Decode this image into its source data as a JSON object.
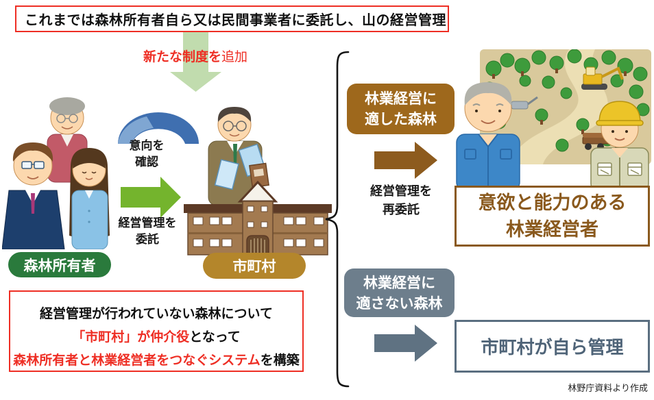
{
  "banner": {
    "text": "これまでは森林所有者自ら又は民間事業者に委託し、山の経営管理"
  },
  "new_system": {
    "bold": "新たな制度を",
    "rest": "追加"
  },
  "owners": {
    "label": "森林所有者"
  },
  "municipality": {
    "label": "市町村"
  },
  "flows": {
    "intent": {
      "line1": "意向を",
      "line2": "確認"
    },
    "entrust": {
      "line1": "経営管理を",
      "line2": "委託"
    },
    "re_entrust": {
      "line1": "経営管理を",
      "line2": "再委託"
    }
  },
  "suitable": {
    "line1": "林業経営に",
    "line2": "適した森林"
  },
  "operator": {
    "line1": "意欲と能力のある",
    "line2": "林業経営者"
  },
  "unsuitable": {
    "line1": "林業経営に",
    "line2": "適さない森林"
  },
  "self_manage": {
    "text": "市町村が自ら管理"
  },
  "note": {
    "line1": "経営管理が行われていない森林について",
    "line2_red": "「市町村」が仲介役",
    "line2_black": "となって",
    "line3_red": "森林所有者と林業経営者をつなぐシステム",
    "line3_black": "を構築"
  },
  "source": {
    "text": "林野庁資料より作成"
  },
  "colors": {
    "red": "#ee2e24",
    "green_label": "#2a7a3c",
    "gold_label": "#b4862b",
    "brown_box": "#9e681c",
    "brown_arrow": "#8d5b1e",
    "operator_brown": "#8a591d",
    "gray_box": "#6d7e8c",
    "gray_arrow": "#5f7282",
    "green_arrow": "#74b42d",
    "light_green": "#c1dcae",
    "blue_arc": "#3f6fb0"
  }
}
